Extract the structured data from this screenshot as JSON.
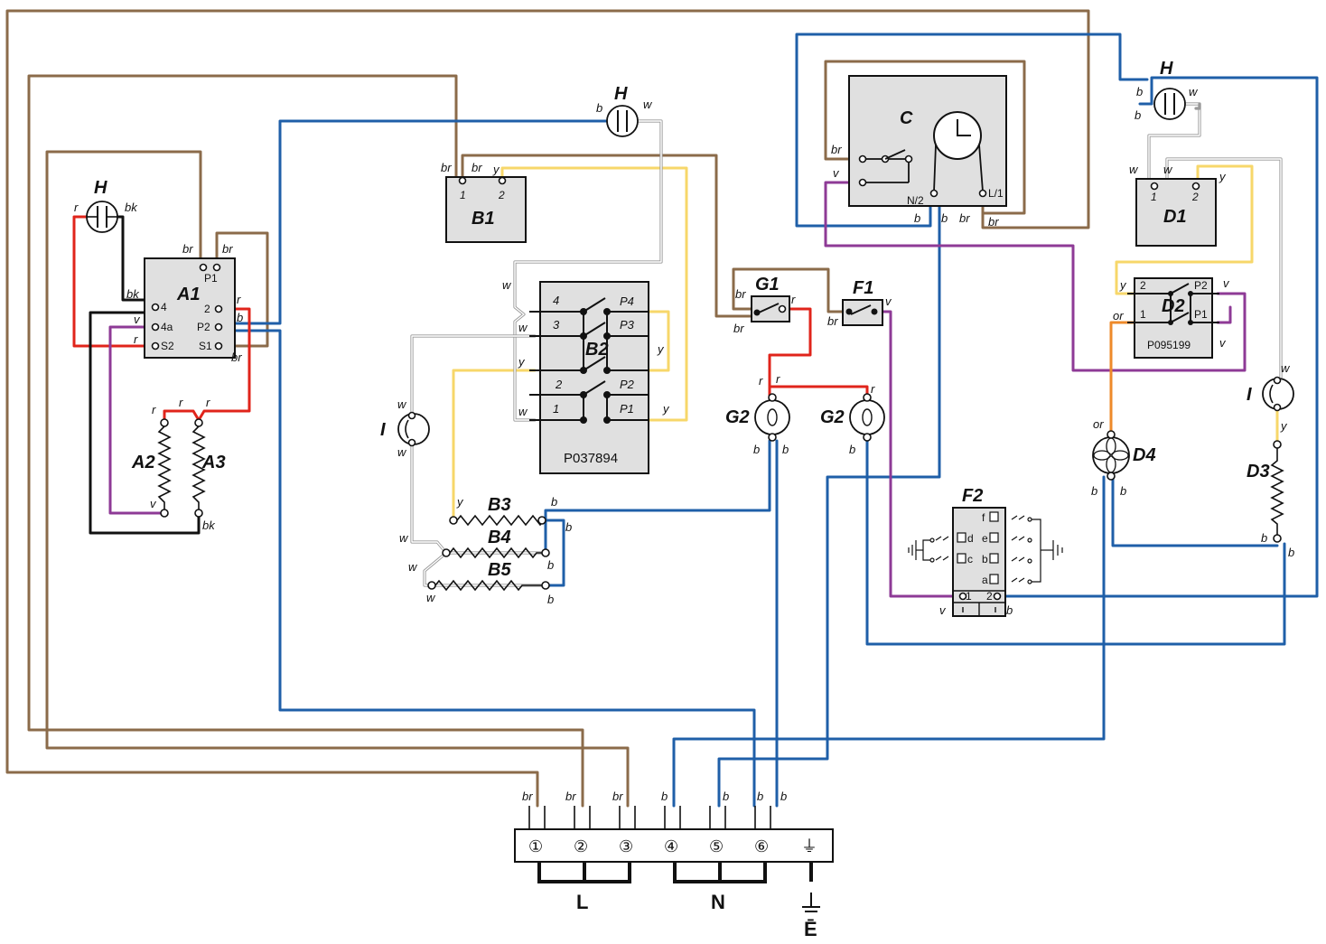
{
  "components": {
    "A1": "A1",
    "A2": "A2",
    "A3": "A3",
    "B1": "B1",
    "B2": "B2",
    "B3": "B3",
    "B4": "B4",
    "B5": "B5",
    "C": "C",
    "D1": "D1",
    "D2": "D2",
    "D3": "D3",
    "D4": "D4",
    "F1": "F1",
    "F2": "F2",
    "G1": "G1",
    "G2": "G2",
    "H": "H",
    "I": "I"
  },
  "part_codes": {
    "B2": "P037894",
    "D2": "P095199"
  },
  "pins": {
    "P1": "P1",
    "P2": "P2",
    "P3": "P3",
    "P4": "P4",
    "S1": "S1",
    "S2": "S2",
    "n4": "4",
    "n4a": "4a",
    "n2": "2",
    "n1": "1",
    "n3": "3",
    "N2": "N/2",
    "L1": "L/1",
    "a": "a",
    "b": "b",
    "c": "c",
    "d": "d",
    "e": "e",
    "f": "f"
  },
  "wire_colors": {
    "br": "br",
    "b": "b",
    "r": "r",
    "v": "v",
    "y": "y",
    "w": "w",
    "bk": "bk",
    "or": "or"
  },
  "terminal_block": {
    "terminals": [
      "①",
      "②",
      "③",
      "④",
      "⑤",
      "⑥",
      "⏚"
    ],
    "buses": {
      "L": "L",
      "N": "N",
      "E": "Ē"
    }
  },
  "colors": {
    "brown": "#8B6B4A",
    "blue": "#1F5FA8",
    "red": "#E0241B",
    "violet": "#8E3A96",
    "yellow": "#F7D76A",
    "black": "#111111",
    "white": "#999999",
    "orange": "#EE8A2A",
    "component_fill": "#E0E0E0"
  }
}
